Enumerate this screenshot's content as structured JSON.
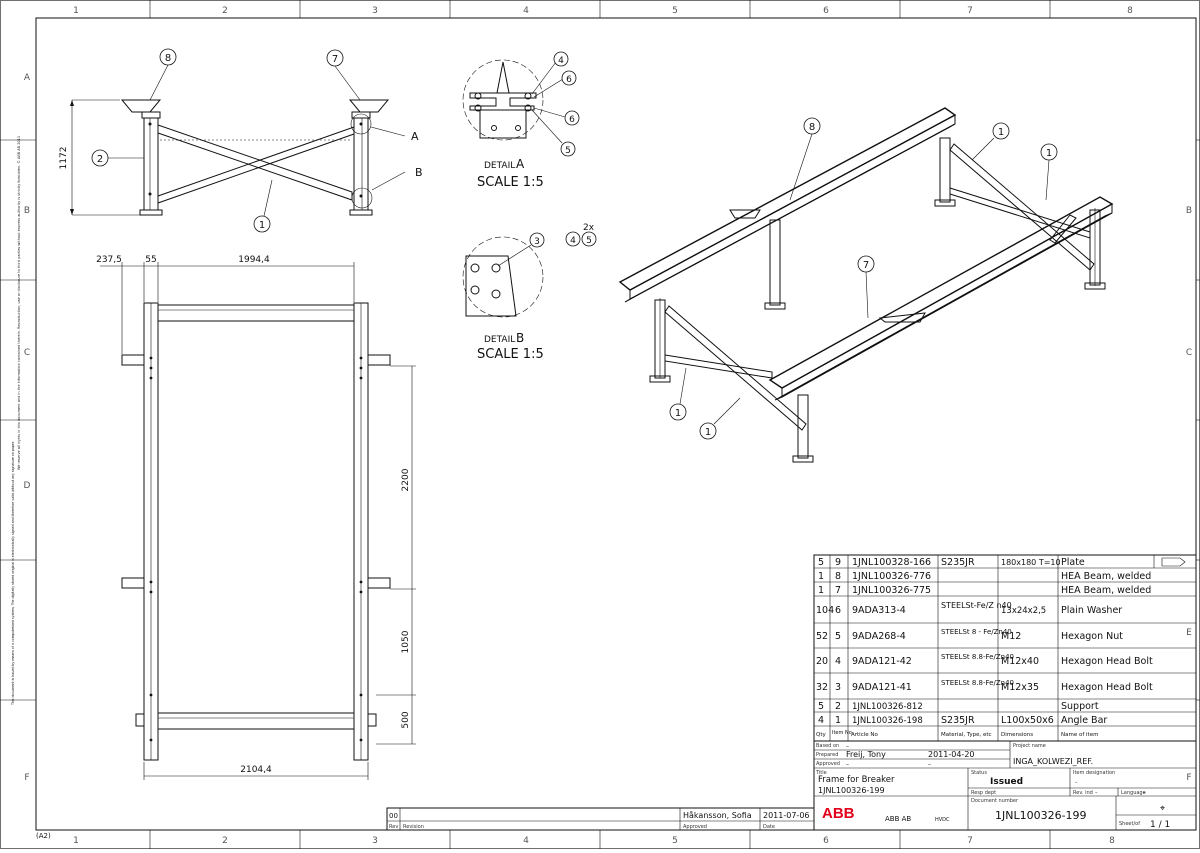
{
  "zones": {
    "columns": [
      "1",
      "2",
      "3",
      "4",
      "5",
      "6",
      "7",
      "8"
    ],
    "rows": [
      "A",
      "B",
      "C",
      "D",
      "E",
      "F"
    ]
  },
  "side_view": {
    "height_dim": "1172",
    "callouts": [
      "8",
      "7",
      "2",
      "1"
    ],
    "detail_labels": [
      "A",
      "B"
    ]
  },
  "detail_a": {
    "title": "DETAIL",
    "letter": "A",
    "scale": "SCALE 1:5",
    "callouts": [
      "4",
      "6",
      "6",
      "5"
    ]
  },
  "detail_b": {
    "title": "DETAIL",
    "letter": "B",
    "scale": "SCALE 1:5",
    "callouts": [
      "3"
    ]
  },
  "multiplier": {
    "count": "2x",
    "items": [
      "4",
      "5"
    ]
  },
  "plan_view": {
    "dims": {
      "left": "237,5",
      "offset": "55",
      "span": "1994,4",
      "v_long": "2200",
      "v_mid": "1050",
      "v_short": "500",
      "width": "2104,4"
    }
  },
  "iso_callouts": [
    "8",
    "1",
    "1",
    "7",
    "1",
    "1"
  ],
  "bom": {
    "rows": [
      {
        "qty": "5",
        "item": "9",
        "article": "1JNL100328-166",
        "material": "S235JR",
        "dimensions": "180x180  T=10",
        "name": "Plate"
      },
      {
        "qty": "1",
        "item": "8",
        "article": "1JNL100326-776",
        "material": "",
        "dimensions": "",
        "name": "HEA Beam, welded"
      },
      {
        "qty": "1",
        "item": "7",
        "article": "1JNL100326-775",
        "material": "",
        "dimensions": "",
        "name": "HEA Beam, welded"
      },
      {
        "qty": "104",
        "item": "6",
        "article": "9ADA313-4",
        "material": "STEELSt-Fe/Z n40",
        "dimensions": "13x24x2,5",
        "name": "Plain Washer"
      },
      {
        "qty": "52",
        "item": "5",
        "article": "9ADA268-4",
        "material": "STEELSt 8 - Fe/Zn40",
        "dimensions": "M12",
        "name": "Hexagon Nut"
      },
      {
        "qty": "20",
        "item": "4",
        "article": "9ADA121-42",
        "material": "STEELSt 8.8-Fe/Zn40",
        "dimensions": "M12x40",
        "name": "Hexagon Head Bolt"
      },
      {
        "qty": "32",
        "item": "3",
        "article": "9ADA121-41",
        "material": "STEELSt 8.8-Fe/Zn40",
        "dimensions": "M12x35",
        "name": "Hexagon Head Bolt"
      },
      {
        "qty": "5",
        "item": "2",
        "article": "1JNL100326-812",
        "material": "",
        "dimensions": "",
        "name": "Support"
      },
      {
        "qty": "4",
        "item": "1",
        "article": "1JNL100326-198",
        "material": "S235JR",
        "dimensions": "L100x50x6",
        "name": "Angle Bar"
      }
    ],
    "headers": {
      "qty": "Qty",
      "item": "Item No",
      "article": "Article No",
      "material": "Material, Type, etc",
      "dimensions": "Dimensions",
      "name": "Name of item"
    }
  },
  "title_block": {
    "based_on_label": "Based on",
    "based_on": "–",
    "prepared_label": "Prepared",
    "prepared": "Freij, Tony",
    "prepared_date": "2011-04-20",
    "approved_label": "Approved",
    "approved": "–",
    "approved_date": "–",
    "project_label": "Project name",
    "project": "INGA_KOLWEZI_REF.",
    "title_label": "Title",
    "title1": "Frame for Breaker",
    "title2": "1JNL100326-199",
    "status_label": "Status",
    "status": "Issued",
    "item_designation_label": "Item designation",
    "item_designation": "–",
    "resp_dept_label": "Resp dept",
    "rev_ind_label": "Rev. ind",
    "rev_ind": "–",
    "language_label": "Language",
    "language": "–",
    "doc_number_label": "Document number",
    "doc_number": "1JNL100326-199",
    "company": "ABB AB",
    "division": "HVDC",
    "brand": "ABB",
    "sheet_label": "Sheet/of",
    "sheet": "1 / 1"
  },
  "revision_block": {
    "rev": "00",
    "revised_by": "Håkansson, Sofia",
    "date": "2011-07-06",
    "rev_label": "Rev",
    "revision_label": "Revision",
    "approved_label": "Approved",
    "date_label": "Date"
  },
  "side_note_1": "We reserve all rights in this document and in the information contained therein. Reproduction, use or disclosure to third parties without express authority is strictly forbidden. © ABB AB 2011",
  "side_note_2": "This document is issued by means of a computerized system. The digitally stored original is electronically signed and therefore valid without any signature on paper.",
  "sheet_format": "(A2)"
}
